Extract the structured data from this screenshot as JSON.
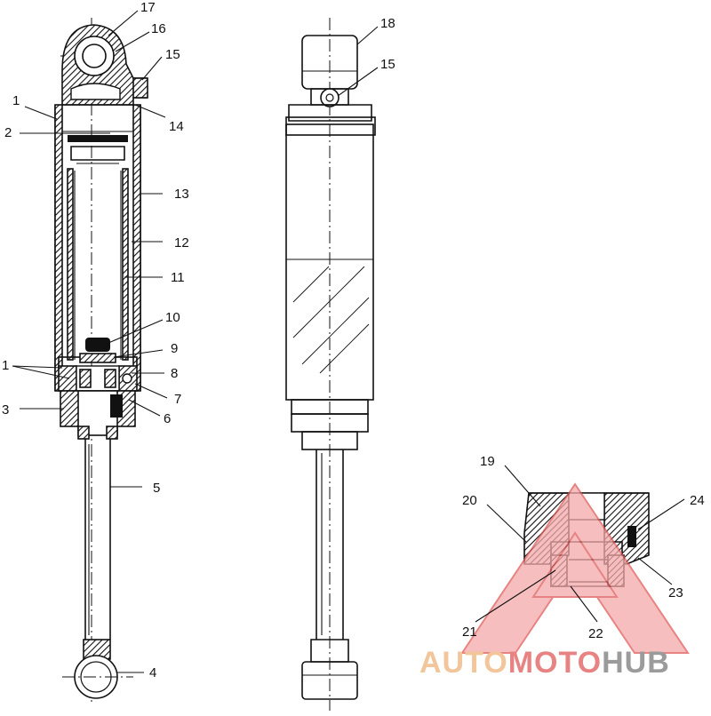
{
  "callouts": [
    {
      "id": "c1a",
      "text": "1"
    },
    {
      "id": "c2",
      "text": "2"
    },
    {
      "id": "c1b",
      "text": "1"
    },
    {
      "id": "c3",
      "text": "3"
    },
    {
      "id": "c4",
      "text": "4"
    },
    {
      "id": "c5",
      "text": "5"
    },
    {
      "id": "c6",
      "text": "6"
    },
    {
      "id": "c7",
      "text": "7"
    },
    {
      "id": "c8",
      "text": "8"
    },
    {
      "id": "c9",
      "text": "9"
    },
    {
      "id": "c10",
      "text": "10"
    },
    {
      "id": "c11",
      "text": "11"
    },
    {
      "id": "c12",
      "text": "12"
    },
    {
      "id": "c13",
      "text": "13"
    },
    {
      "id": "c14",
      "text": "14"
    },
    {
      "id": "c15a",
      "text": "15"
    },
    {
      "id": "c16",
      "text": "16"
    },
    {
      "id": "c17",
      "text": "17"
    },
    {
      "id": "c18",
      "text": "18"
    },
    {
      "id": "c15b",
      "text": "15"
    },
    {
      "id": "c19",
      "text": "19"
    },
    {
      "id": "c20",
      "text": "20"
    },
    {
      "id": "c21",
      "text": "21"
    },
    {
      "id": "c22",
      "text": "22"
    },
    {
      "id": "c23",
      "text": "23"
    },
    {
      "id": "c24",
      "text": "24"
    }
  ],
  "watermark": {
    "part1": "AUTO",
    "part2": "MOTO",
    "part3": "HUB",
    "color_primary": "#f0b27a",
    "color_accent": "#e05a5a",
    "color_dark": "#7a7a7a"
  },
  "colors": {
    "line": "#111111",
    "background": "#ffffff"
  }
}
